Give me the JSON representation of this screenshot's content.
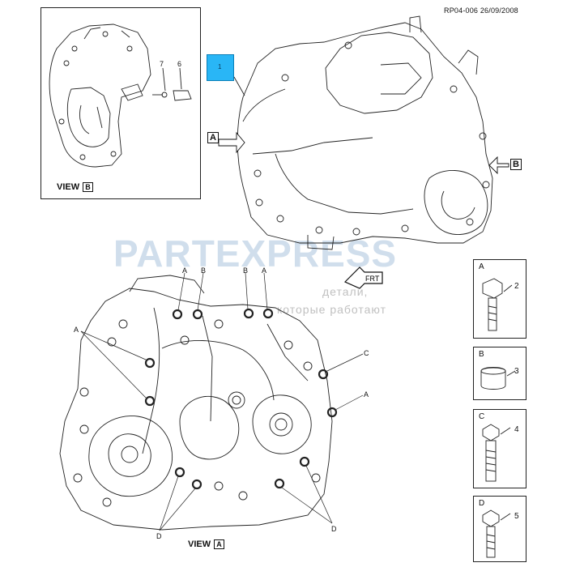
{
  "reference": "RP04-006 26/09/2008",
  "inset": {
    "view_label": "VIEW",
    "view_letter": "B",
    "callouts": [
      "7",
      "6"
    ]
  },
  "main_view": {
    "view_label": "VIEW",
    "view_letter": "A"
  },
  "top_view": {
    "selection_marker": "1",
    "arrow_a": "A",
    "arrow_b": "B",
    "frt_label": "FRT"
  },
  "bolt_labels": {
    "top": [
      "A",
      "B",
      "B",
      "A"
    ],
    "left": "A",
    "right_c": "C",
    "right_a": "A",
    "bottom_left": "D",
    "bottom_right": "D"
  },
  "parts": [
    {
      "letter": "A",
      "number": "2"
    },
    {
      "letter": "B",
      "number": "3"
    },
    {
      "letter": "C",
      "number": "4"
    },
    {
      "letter": "D",
      "number": "5"
    }
  ],
  "watermark": {
    "brand": "PARTEXPRESS",
    "slogan_1": "детали,",
    "slogan_2": "которые работают"
  }
}
